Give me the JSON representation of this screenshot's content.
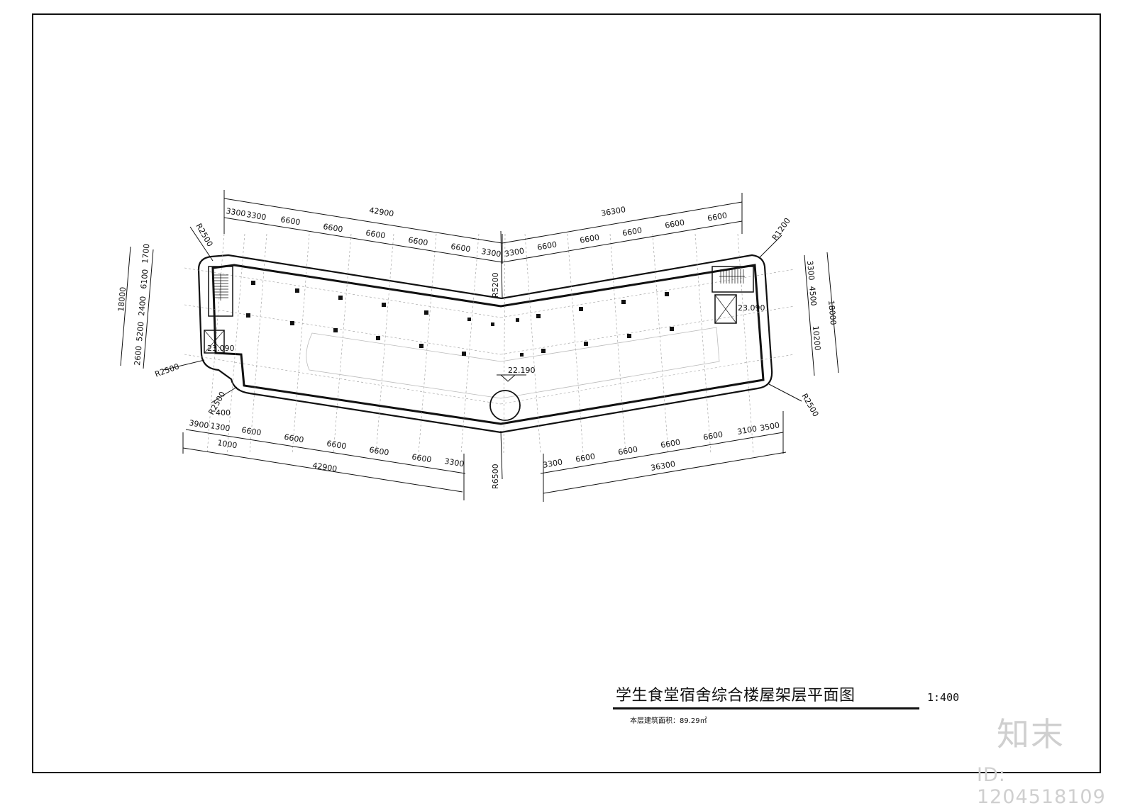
{
  "drawing": {
    "title": "学生食堂宿舍综合楼屋架层平面图",
    "scale": "1:400",
    "area_label": "本层建筑面积：89.29㎡",
    "elevation_label": "22.190",
    "stair_level_left": "23.090",
    "stair_level_right": "23.090"
  },
  "dimensions": {
    "top_left_total": "42900",
    "top_right_total": "36300",
    "top_left_segments": [
      "3300",
      "3300",
      "6600",
      "6600",
      "6600",
      "6600",
      "6600",
      "3300"
    ],
    "top_right_segments": [
      "3300",
      "6600",
      "6600",
      "6600",
      "6600",
      "6600"
    ],
    "bottom_left_total": "42900",
    "bottom_right_total": "36300",
    "bottom_left_segments": [
      "3900",
      "1300",
      "6600",
      "6600",
      "6600",
      "6600",
      "6600",
      "3300"
    ],
    "bottom_left_sub": [
      "400",
      "1000"
    ],
    "bottom_right_segments": [
      "3300",
      "6600",
      "6600",
      "6600",
      "6600",
      "3100",
      "3500"
    ],
    "left_total": "18000",
    "left_segments": [
      "1700",
      "6100",
      "2400",
      "5200",
      "2600"
    ],
    "right_total": "18000",
    "right_segments": [
      "3300",
      "4500",
      "10200"
    ],
    "radii": [
      "R2500",
      "R2500",
      "R2500",
      "R1200",
      "R2500",
      "R5200",
      "R6500"
    ]
  },
  "watermark": {
    "logo": "知末",
    "id": "ID: 1204518109"
  }
}
